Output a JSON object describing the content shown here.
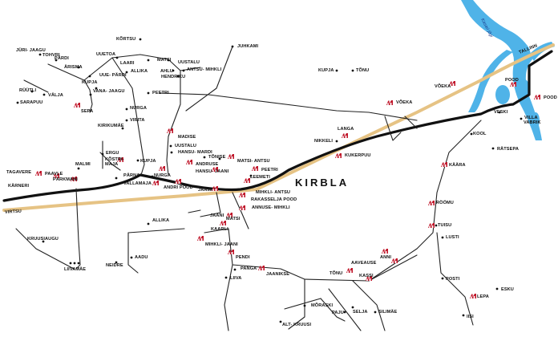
{
  "map": {
    "title": "KIRBLA",
    "river_name": "Kasari jõgi",
    "direction_labels": {
      "east": "TALLINN",
      "west": "VIRTSU"
    },
    "colors": {
      "road": "#111111",
      "railway": "#e6c384",
      "river": "#4fb3e8",
      "farm_icon": "#c0172b"
    },
    "places": [
      {
        "name": "JÜRI- JAAGU"
      },
      {
        "name": "TOHVRI"
      },
      {
        "name": "PÄRDI"
      },
      {
        "name": "ÄRISMA"
      },
      {
        "name": "KÕRTSU"
      },
      {
        "name": "UUETOA"
      },
      {
        "name": "LAARI"
      },
      {
        "name": "MATSI"
      },
      {
        "name": "UUSTALU"
      },
      {
        "name": "AHLU"
      },
      {
        "name": "ALLIKA"
      },
      {
        "name": "ANTSU- MIHKLI"
      },
      {
        "name": "HENDRIKU"
      },
      {
        "name": "JUHKAMI"
      },
      {
        "name": "KUPJA"
      },
      {
        "name": "TÕNU"
      },
      {
        "name": "KUPJA"
      },
      {
        "name": "UUE- PÄRDI"
      },
      {
        "name": "RÜÜTLI"
      },
      {
        "name": "VÄLJA"
      },
      {
        "name": "VANA- JAAGU"
      },
      {
        "name": "PEETRI"
      },
      {
        "name": "SARAPUU"
      },
      {
        "name": "NURGA"
      },
      {
        "name": "SEPA"
      },
      {
        "name": "VIRITA"
      },
      {
        "name": "KIRIKUMÄE"
      },
      {
        "name": "MADISE"
      },
      {
        "name": "UUSTALU"
      },
      {
        "name": "HANSU- MARDI"
      },
      {
        "name": "ERGU"
      },
      {
        "name": "KÕSTRI-"
      },
      {
        "name": "MAJA"
      },
      {
        "name": "KUPJA"
      },
      {
        "name": "ANDRUSE"
      },
      {
        "name": "TÕNISE"
      },
      {
        "name": "MATSI- ANTSU"
      },
      {
        "name": "HANSU- JAANI"
      },
      {
        "name": "PEETRI"
      },
      {
        "name": "TAGAVERE"
      },
      {
        "name": "PAAVLE"
      },
      {
        "name": "MALMI"
      },
      {
        "name": "PÄRNA"
      },
      {
        "name": "NURGA"
      },
      {
        "name": "LEEMETI"
      },
      {
        "name": "KÄRNERI"
      },
      {
        "name": "PÄRKMANI"
      },
      {
        "name": "VALLAMAJA"
      },
      {
        "name": "ANDRI POOD"
      },
      {
        "name": "JAAMI"
      },
      {
        "name": "MIHKLI- ANTSU"
      },
      {
        "name": "RAKASSELJA POOD"
      },
      {
        "name": "ANNUSE- MIHKLI"
      },
      {
        "name": "JAANI"
      },
      {
        "name": "MATSI"
      },
      {
        "name": "KAARLI"
      },
      {
        "name": "ALLIKA"
      },
      {
        "name": "KRUUSIAUGU"
      },
      {
        "name": "LIIVAMÄE"
      },
      {
        "name": "AADU"
      },
      {
        "name": "NEIDRE"
      },
      {
        "name": "MIHKLI- JAANI"
      },
      {
        "name": "PENDI"
      },
      {
        "name": "PANGA"
      },
      {
        "name": "JAANIKSE"
      },
      {
        "name": "LIIVA"
      },
      {
        "name": "TÕNU"
      },
      {
        "name": "AAVEAUSE"
      },
      {
        "name": "ANNI"
      },
      {
        "name": "KASSI"
      },
      {
        "name": "MÕRASKI"
      },
      {
        "name": "PAJU"
      },
      {
        "name": "SELJA"
      },
      {
        "name": "SILIMÄE"
      },
      {
        "name": "ALT- KRUUSI"
      },
      {
        "name": "IISI"
      },
      {
        "name": "POSTI"
      },
      {
        "name": "ESKU"
      },
      {
        "name": "LEPA"
      },
      {
        "name": "LUSTI"
      },
      {
        "name": "TUISU"
      },
      {
        "name": "RÖÖMU"
      },
      {
        "name": "KÄÄRA"
      },
      {
        "name": "KOOL"
      },
      {
        "name": "RÄTSEPA"
      },
      {
        "name": "VESKI"
      },
      {
        "name": "VILLA"
      },
      {
        "name": "VABRIK"
      },
      {
        "name": "POOD"
      },
      {
        "name": "POOD"
      },
      {
        "name": "VÕEKA"
      },
      {
        "name": "VÕEKA"
      },
      {
        "name": "LANGA"
      },
      {
        "name": "NIKKELI"
      },
      {
        "name": "KUKERPUU"
      }
    ]
  }
}
